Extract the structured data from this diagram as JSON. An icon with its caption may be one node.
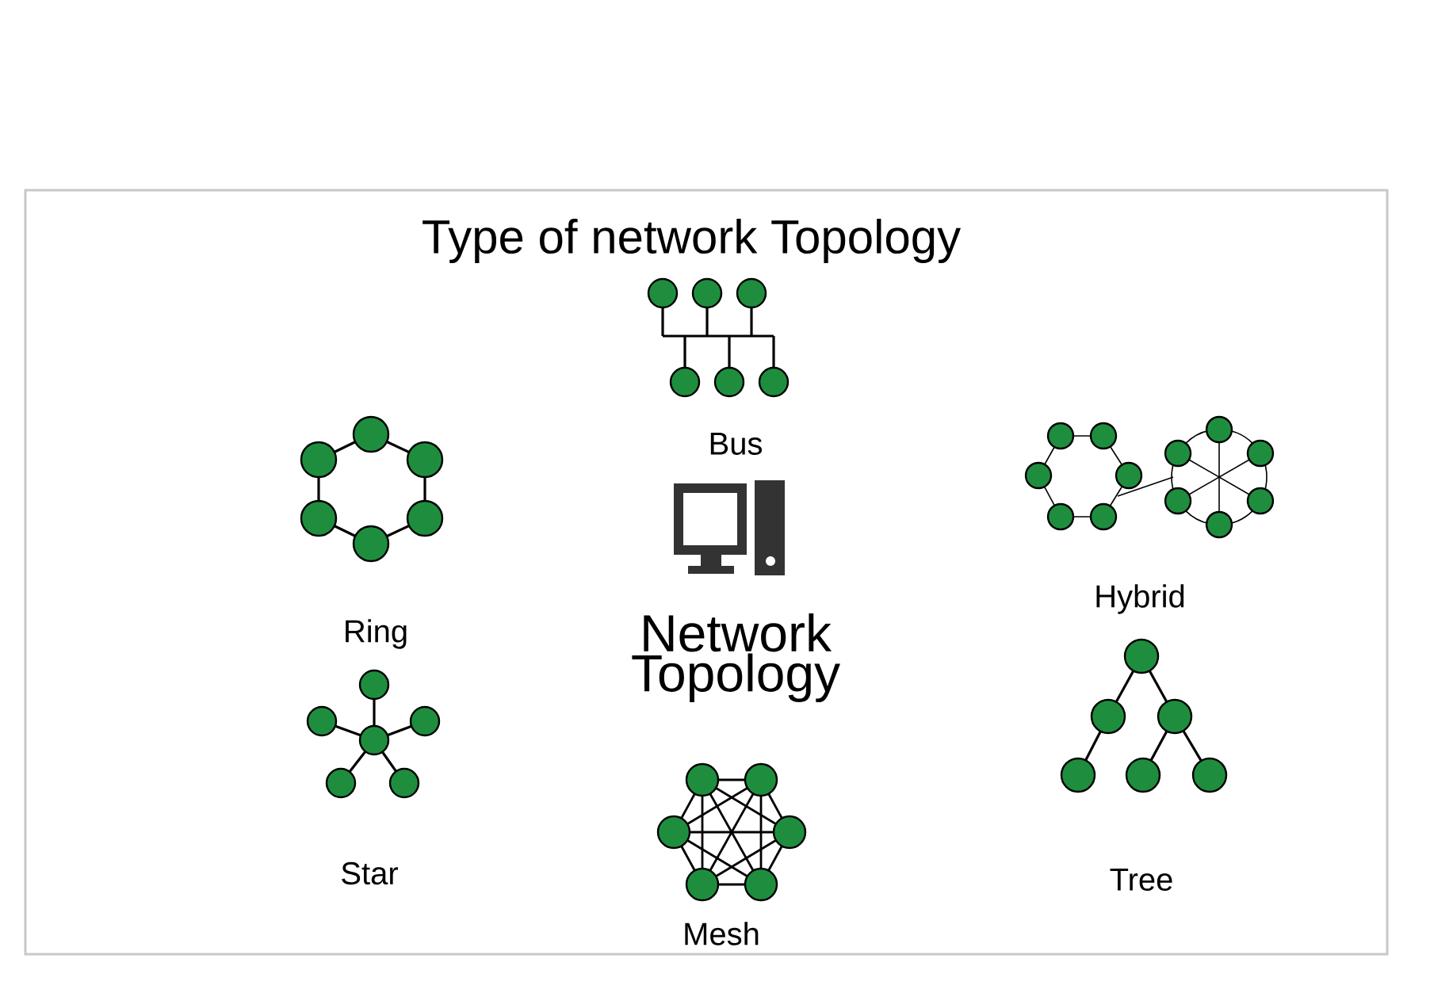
{
  "diagram": {
    "title": "Type of network Topology",
    "labels": [
      "Bus",
      "Hybrid",
      "Ring",
      "Network Topology",
      "Star",
      "Tree",
      "Mesh"
    ]
  }
}
